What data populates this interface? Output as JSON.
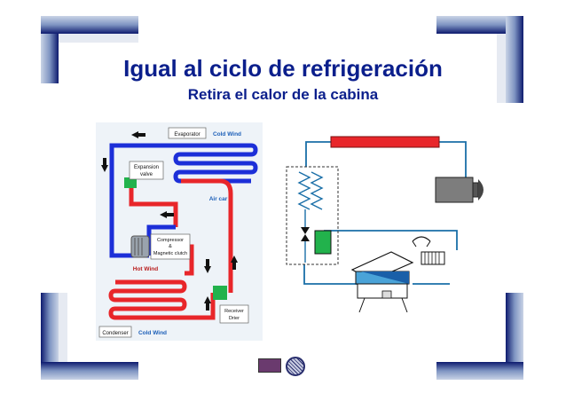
{
  "slide": {
    "title": "Igual al ciclo de refrigeración",
    "subtitle": "Retira el calor de la cabina"
  },
  "left_diagram": {
    "evaporator_label": "Evaporator",
    "coldwind_top": "Cold Wind",
    "expansion_valve_label_1": "Expansion",
    "expansion_valve_label_2": "valve",
    "aircar_label": "Air car",
    "compressor_label_1": "Compressor",
    "compressor_label_2": "&",
    "compressor_label_3": "Magnetic clutch",
    "hotwind_label": "Hot Wind",
    "receiver_label_1": "Receiver",
    "receiver_label_2": "Drier",
    "condenser_label": "Condenser",
    "coldwind_bottom": "Cold Wind"
  },
  "colors": {
    "title": "#0b1f8c",
    "frame_dark": "#0d1a6e",
    "frame_light": "#8ea3c9",
    "high_pressure": "#e8262a",
    "low_pressure": "#1c2fd8",
    "component_green": "#22b24c",
    "panel_bg": "#eef3f8",
    "schematic_line": "#1a6fa8"
  }
}
